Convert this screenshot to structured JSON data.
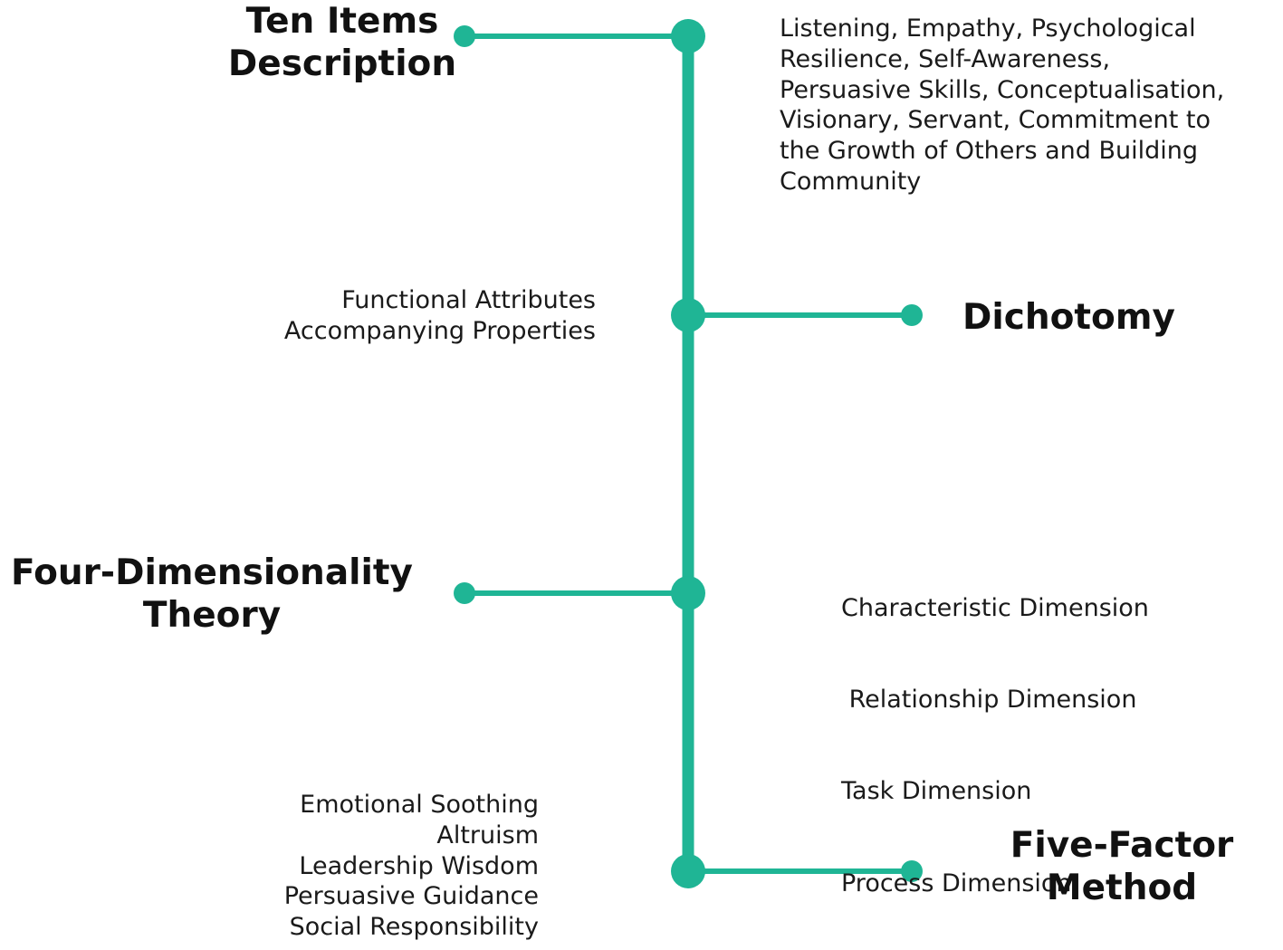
{
  "colors": {
    "accent": "#1fb595",
    "text": "#1a1a1a"
  },
  "branches": [
    {
      "side": "left",
      "title_lines": [
        "Ten Items",
        "Description"
      ],
      "desc_side": "right",
      "desc_lines": [
        "Listening, Empathy, Psychological",
        "Resilience, Self-Awareness,",
        "Persuasive Skills, Conceptualisation,",
        "Visionary, Servant, Commitment to",
        "the Growth of Others and Building",
        "Community"
      ]
    },
    {
      "side": "right",
      "title_lines": [
        "Dichotomy"
      ],
      "desc_side": "left",
      "desc_lines": [
        "Functional Attributes",
        "Accompanying Properties"
      ]
    },
    {
      "side": "left",
      "title_lines": [
        "Four-Dimensionality",
        "Theory"
      ],
      "desc_side": "right",
      "desc_lines": [
        "Characteristic Dimension",
        " Relationship Dimension",
        "Task Dimension",
        "Process Dimension"
      ]
    },
    {
      "side": "right",
      "title_lines": [
        "Five-Factor",
        "Method"
      ],
      "desc_side": "left",
      "desc_lines": [
        "Emotional Soothing",
        "Altruism",
        "Leadership Wisdom",
        "Persuasive Guidance",
        "Social Responsibility"
      ]
    }
  ]
}
